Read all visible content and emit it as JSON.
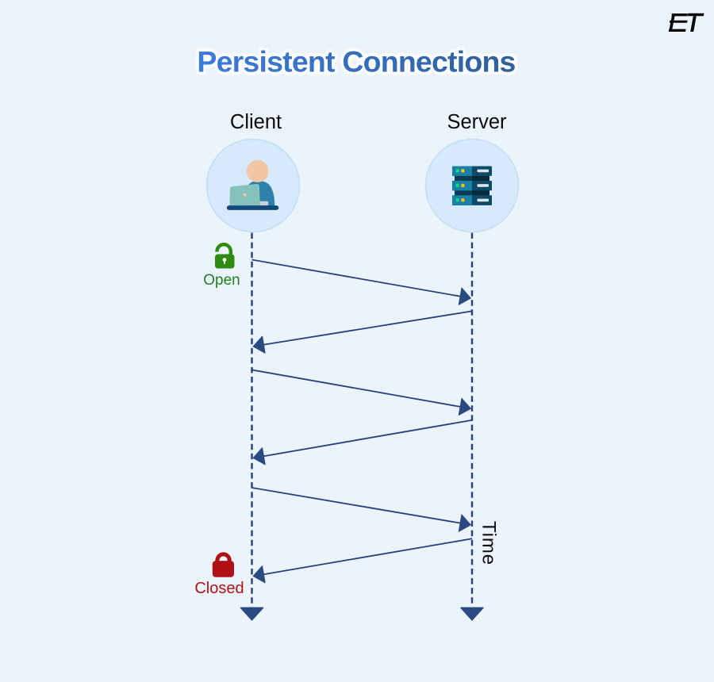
{
  "page": {
    "background": "#EBF3FB"
  },
  "brand": {
    "logo_text": "ET"
  },
  "title": {
    "text": "Persistent Connections"
  },
  "colors": {
    "bg": "#EBF3FB",
    "line_navy": "#24417E",
    "head_navy": "#2B4A82",
    "title_gradient_from": "#3D7CDF",
    "title_gradient_to": "#2F5F9A",
    "open_green": "#2E8B12",
    "open_text": "#217D21",
    "closed_red": "#B01117",
    "label_black": "#0B0B0B"
  },
  "actors": [
    {
      "id": "client",
      "label": "Client",
      "icon": "person-at-laptop-icon"
    },
    {
      "id": "server",
      "label": "Server",
      "icon": "server-rack-icon"
    }
  ],
  "annotations": {
    "open": {
      "label": "Open",
      "icon": "lock-open-icon"
    },
    "closed": {
      "label": "Closed",
      "icon": "lock-closed-icon"
    },
    "time": {
      "label": "Time"
    }
  },
  "messages": [
    {
      "from": "client",
      "to": "server",
      "y_start": 327.5,
      "y_end": 376.0
    },
    {
      "from": "server",
      "to": "client",
      "y_start": 392.3,
      "y_end": 436.8
    },
    {
      "from": "client",
      "to": "server",
      "y_start": 466.4,
      "y_end": 515.2
    },
    {
      "from": "server",
      "to": "client",
      "y_start": 529.8,
      "y_end": 577.5
    },
    {
      "from": "client",
      "to": "server",
      "y_start": 615.0,
      "y_end": 661.8
    },
    {
      "from": "server",
      "to": "client",
      "y_start": 679.3,
      "y_end": 726.5
    }
  ]
}
